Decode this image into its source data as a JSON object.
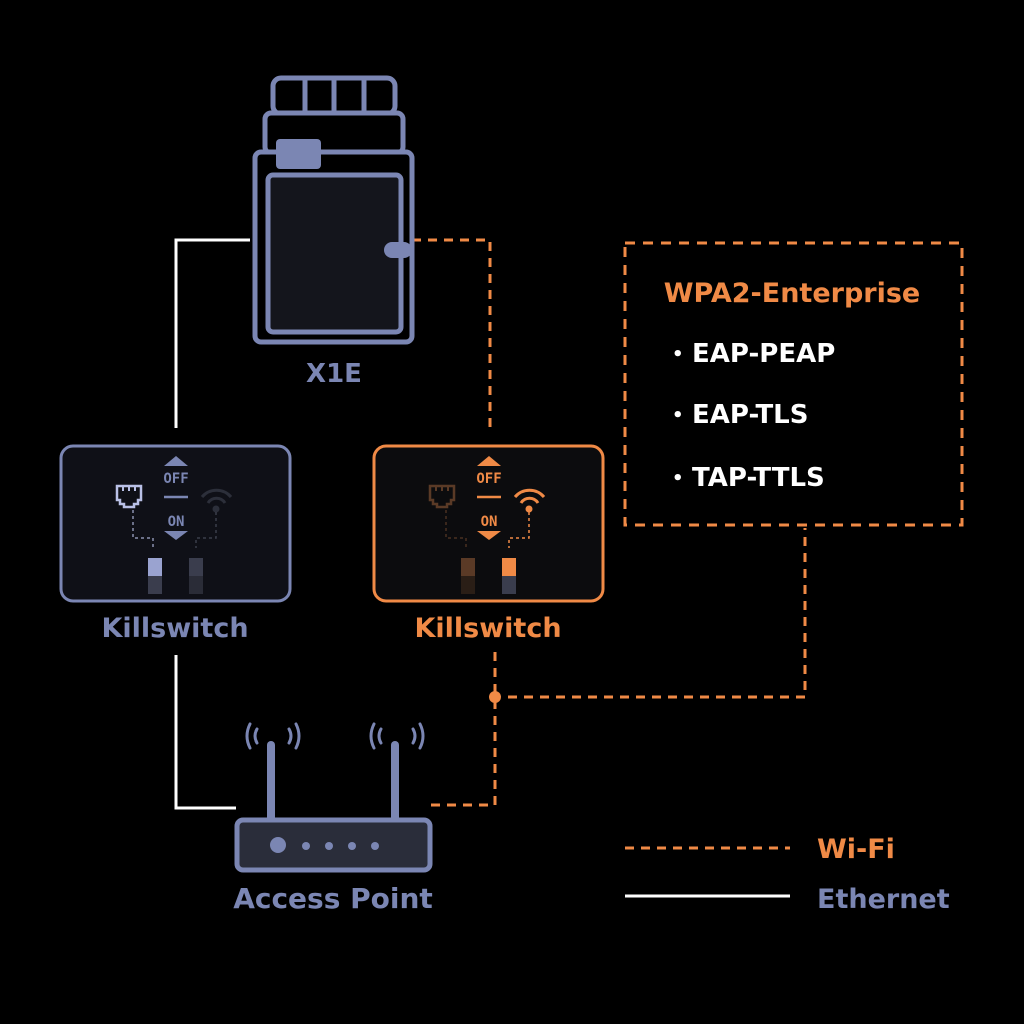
{
  "colors": {
    "background": "#000000",
    "device_blue": "#7b86b3",
    "device_fill": "#14151c",
    "wifi_orange": "#f08a46",
    "ethernet_white": "#ffffff"
  },
  "nodes": {
    "x1e": {
      "label": "X1E"
    },
    "killswitch_left": {
      "label": "Killswitch",
      "state_off": "OFF",
      "state_on": "ON",
      "ethernet_switch": "on",
      "wifi_switch": "off"
    },
    "killswitch_right": {
      "label": "Killswitch",
      "state_off": "OFF",
      "state_on": "ON",
      "ethernet_switch": "off",
      "wifi_switch": "on"
    },
    "access_point": {
      "label": "Access Point"
    }
  },
  "security_box": {
    "title": "WPA2-Enterprise",
    "bullet": "•",
    "items": [
      "EAP-PEAP",
      "EAP-TLS",
      "TAP-TTLS"
    ]
  },
  "legend": {
    "wifi": "Wi-Fi",
    "ethernet": "Ethernet"
  }
}
